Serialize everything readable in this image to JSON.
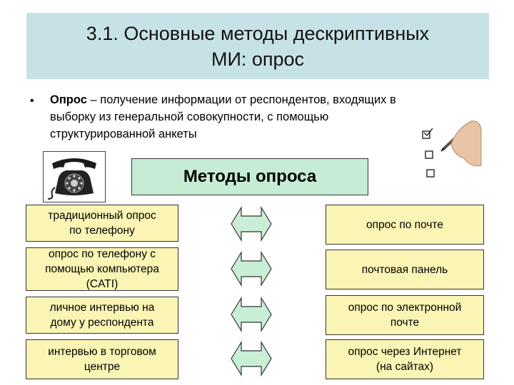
{
  "title": {
    "line1": "3.1. Основные методы дескриптивных",
    "line2": "МИ: опрос"
  },
  "definition": {
    "bullet": "•",
    "term": "Опрос",
    "line1_rest": " – получение информации от респондентов, входящих в",
    "line2": "выборку из генеральной совокупности, с помощью",
    "line3": "структурированной анкеты"
  },
  "methods_title": "Методы опроса",
  "left_methods": [
    {
      "line1": "традиционный опрос",
      "line2": "по телефону",
      "line3": ""
    },
    {
      "line1": "опрос по телефону с",
      "line2": "помощью компьютера",
      "line3": "(CATI)"
    },
    {
      "line1": "личное интервью на",
      "line2": "дому у респондента",
      "line3": ""
    },
    {
      "line1": "интервью в торговом",
      "line2": "центре",
      "line3": ""
    }
  ],
  "right_methods": [
    {
      "line1": "опрос по почте",
      "line2": ""
    },
    {
      "line1": "почтовая панель",
      "line2": ""
    },
    {
      "line1": "опрос по электронной",
      "line2": "почте"
    },
    {
      "line1": "опрос через Интернет",
      "line2": "(на сайтах)"
    }
  ],
  "icons": [
    "telephone-icon",
    "double-arrow-icon",
    "checklist-hand-icon"
  ],
  "colors": {
    "title_bg": "#c7e2e6",
    "methods_title_bg": "#c7ecd6",
    "method_box_bg": "#fbf5b5",
    "arrow_fill": "#c9eed6"
  }
}
